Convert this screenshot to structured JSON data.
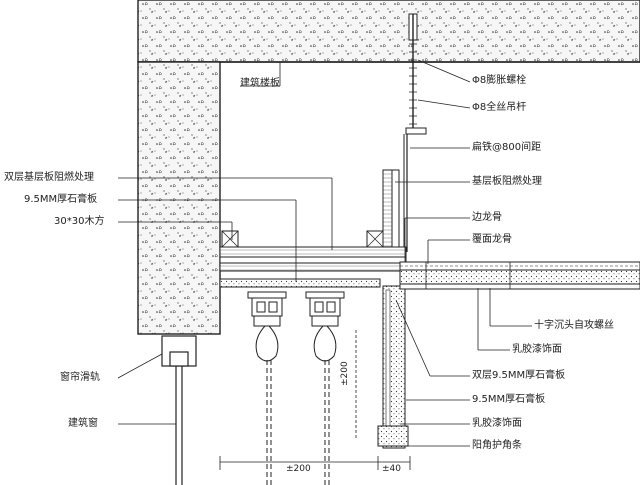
{
  "labels": {
    "building_slab": "建筑楼板",
    "expansion_bolt": "Φ8膨胀螺栓",
    "hanger_rod": "Φ8全丝吊杆",
    "flat_iron": "扁铁@800间距",
    "base_board_fire": "基层板阻燃处理",
    "double_base_board": "双层基层板阻燃处理",
    "gypsum_95": "9.5MM厚石膏板",
    "wood_30": "30*30木方",
    "edge_keel": "边龙骨",
    "cover_keel": "覆面龙骨",
    "cross_screw": "十字沉头自攻螺丝",
    "latex_paint_1": "乳胶漆饰面",
    "curtain_rail": "窗帘滑轨",
    "double_gypsum": "双层9.5MM厚石膏板",
    "gypsum_95_b": "9.5MM厚石膏板",
    "building_window": "建筑窗",
    "latex_paint_2": "乳胶漆饰面",
    "corner_bead": "阳角护角条"
  },
  "dimensions": {
    "d200_vertical": "±200",
    "d200_horizontal": "±200",
    "d40": "±40"
  },
  "colors": {
    "line": "#222222",
    "hatch": "#f2f2f2"
  }
}
